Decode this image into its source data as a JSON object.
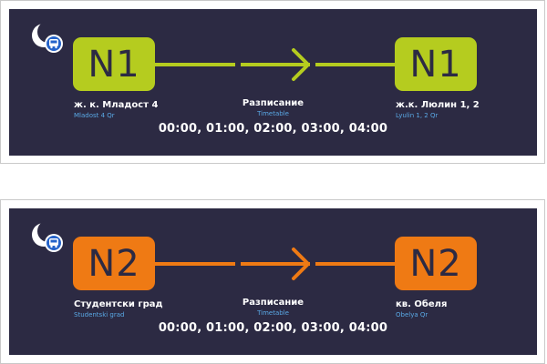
{
  "colors": {
    "panel_bg": "#2c2a43",
    "route_n1": "#b5cc1f",
    "route_n2": "#ef7a14",
    "sub_text": "#5aa9e6"
  },
  "icons": {
    "logo": "moon-bus-icon",
    "arrow": "route-arrow-icon"
  },
  "signs": [
    {
      "route": "N1",
      "color": "#b5cc1f",
      "from": {
        "name": "ж. к. Младост 4",
        "sub": "Mladost 4 Qr"
      },
      "to": {
        "name": "ж.к. Люлин 1, 2",
        "sub": "Lyulin 1, 2 Qr"
      },
      "timetable_label": "Разписание",
      "timetable_sub": "Timetable",
      "times": "00:00, 01:00, 02:00, 03:00, 04:00"
    },
    {
      "route": "N2",
      "color": "#ef7a14",
      "from": {
        "name": "Студентски град",
        "sub": "Studentski grad"
      },
      "to": {
        "name": "кв. Обеля",
        "sub": "Obelya Qr"
      },
      "timetable_label": "Разписание",
      "timetable_sub": "Timetable",
      "times": "00:00, 01:00, 02:00, 03:00, 04:00"
    }
  ]
}
